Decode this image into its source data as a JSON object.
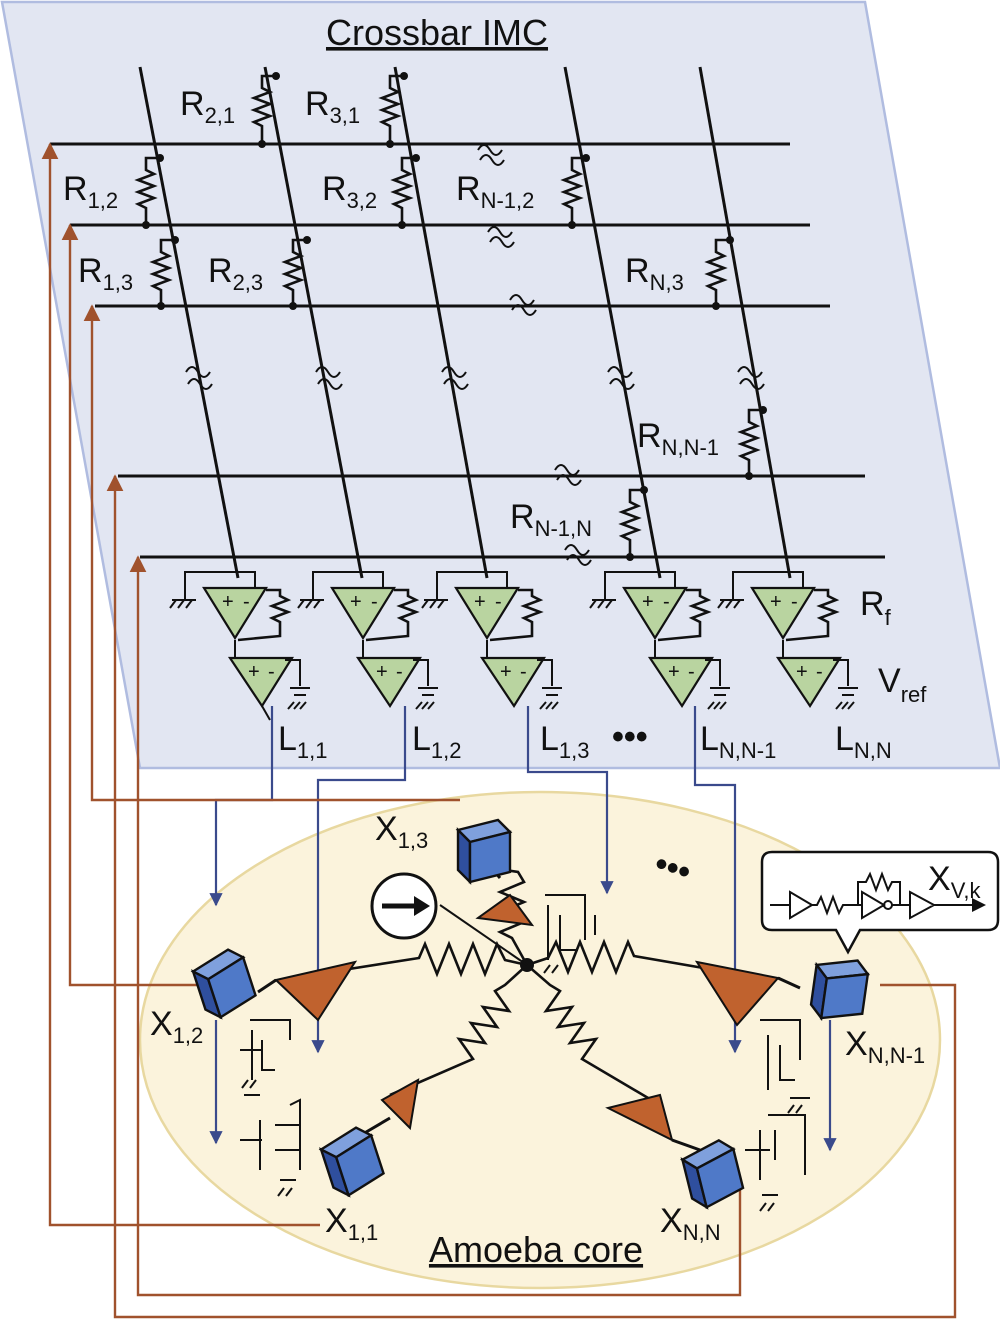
{
  "panel_titles": {
    "crossbar": "Crossbar IMC",
    "core": "Amoeba core"
  },
  "resistor_labels": [
    {
      "main": "R",
      "sub": "2,1"
    },
    {
      "main": "R",
      "sub": "3,1"
    },
    {
      "main": "R",
      "sub": "1,2"
    },
    {
      "main": "R",
      "sub": "3,2"
    },
    {
      "main": "R",
      "sub": "N-1,2"
    },
    {
      "main": "R",
      "sub": "1,3"
    },
    {
      "main": "R",
      "sub": "2,3"
    },
    {
      "main": "R",
      "sub": "N,3"
    },
    {
      "main": "R",
      "sub": "N,N-1"
    },
    {
      "main": "R",
      "sub": "N-1,N"
    }
  ],
  "feedback_label": {
    "main": "R",
    "sub": "f"
  },
  "vref_label": {
    "main": "V",
    "sub": "ref"
  },
  "output_labels": [
    {
      "main": "L",
      "sub": "1,1"
    },
    {
      "main": "L",
      "sub": "1,2"
    },
    {
      "main": "L",
      "sub": "1,3"
    },
    {
      "main": "L",
      "sub": "N,N-1"
    },
    {
      "main": "L",
      "sub": "N,N"
    }
  ],
  "unit_labels": [
    {
      "main": "X",
      "sub": "1,3"
    },
    {
      "main": "X",
      "sub": "1,2"
    },
    {
      "main": "X",
      "sub": "1,1"
    },
    {
      "main": "X",
      "sub": "N,N-1"
    },
    {
      "main": "X",
      "sub": "N,N"
    }
  ],
  "inset_label": {
    "main": "X",
    "sub": "V,k"
  },
  "ellipsis_symbol": "•••",
  "colors": {
    "crossbar_fill": "#e2e6f2",
    "crossbar_edge": "#b0bce0",
    "core_fill": "#fbf3dc",
    "core_edge": "#e8d8a0",
    "opamp_fill": "#b9d4a0",
    "cube_fill": "#4f79c8",
    "triangle_fill": "#c0622e",
    "feedback_wire": "#a0522d",
    "signal_wire": "#3a4a8c"
  }
}
